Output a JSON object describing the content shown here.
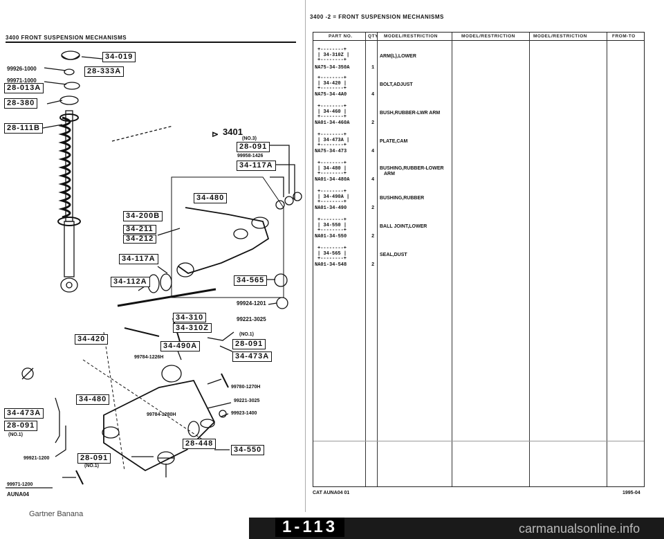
{
  "left": {
    "section_title": "3400   FRONT SUSPENSION MECHANISMS",
    "ref_3401": "3401",
    "footer_code": "AUNA04",
    "footer_brand": "Gartner Banana",
    "part_refs": {
      "p34019": "34-019",
      "p28333A": "28-333A",
      "p28013A": "28-013A",
      "p28380": "28-380",
      "p28111B": "28-111B",
      "p28091a": "28-091",
      "p34117Aa": "34-117A",
      "p34480a": "34-480",
      "p34200B": "34-200B",
      "p34211": "34-211",
      "p34212": "34-212",
      "p34117Ab": "34-117A",
      "p34112A": "34-112A",
      "p34565": "34-565",
      "p34310": "34-310",
      "p34310Z": "34-310Z",
      "p34420": "34-420",
      "p34490A": "34-490A",
      "p28091b": "28-091",
      "p34473Aa": "34-473A",
      "p34480b": "34-480",
      "p28448": "28-448",
      "p34550": "34-550",
      "p34473Ab": "34-473A",
      "p28091c": "28-091",
      "p28091d": "28-091"
    },
    "numbers": {
      "n99926": "99926-1000",
      "n99971a": "99971-1000",
      "no3": "(NO.3)",
      "n99958": "99958-1426",
      "n99924": "99924-1201",
      "n99221a": "99221-3025",
      "no1a": "(NO.1)",
      "n99784a": "99784-1226H",
      "n99780": "99780-1270H",
      "n99221b": "99221-3025",
      "n99784b": "99784-1280H",
      "n99923": "99923-1400",
      "no1b": "(NO.1)",
      "no1c": "(NO.1)",
      "n99921": "99921-1200",
      "n99971b": "99971-1200"
    }
  },
  "right": {
    "title": "3400  -2 =  FRONT SUSPENSION MECHANISMS",
    "headers": {
      "part_no": "PART NO.",
      "qty": "QTY",
      "m1": "MODEL/RESTRICTION",
      "m2": "MODEL/RESTRICTION",
      "m3": "MODEL/RESTRICTION",
      "from": "FROM-TO"
    },
    "rows": [
      {
        "ref": "34-310Z",
        "pn": "NA75-34-350A",
        "qty": "1",
        "desc": "ARM(L),LOWER",
        "desc2": ""
      },
      {
        "ref": "34-420",
        "pn": "NA75-34-4A0",
        "qty": "4",
        "desc": "BOLT,ADJUST",
        "desc2": ""
      },
      {
        "ref": "34-460",
        "pn": "NA01-34-460A",
        "qty": "2",
        "desc": "BUSH,RUBBER-LWR ARM",
        "desc2": ""
      },
      {
        "ref": "34-473A",
        "pn": "NA75-34-473",
        "qty": "4",
        "desc": "PLATE,CAM",
        "desc2": ""
      },
      {
        "ref": "34-480",
        "pn": "NA01-34-480A",
        "qty": "4",
        "desc": "BUSHING,RUBBER-LOWER",
        "desc2": "ARM"
      },
      {
        "ref": "34-490A",
        "pn": "NA01-34-490",
        "qty": "2",
        "desc": "BUSHING,RUBBER",
        "desc2": ""
      },
      {
        "ref": "34-550",
        "pn": "NA01-34-550",
        "qty": "2",
        "desc": "BALL JOINT,LOWER",
        "desc2": ""
      },
      {
        "ref": "34-565",
        "pn": "NA01-34-548",
        "qty": "2",
        "desc": "SEAL,DUST",
        "desc2": ""
      }
    ],
    "footer_left": "CAT   AUNA04  01",
    "footer_right": "1995-04"
  },
  "page_number": "1-113",
  "watermark": "carmanualsonline.info"
}
